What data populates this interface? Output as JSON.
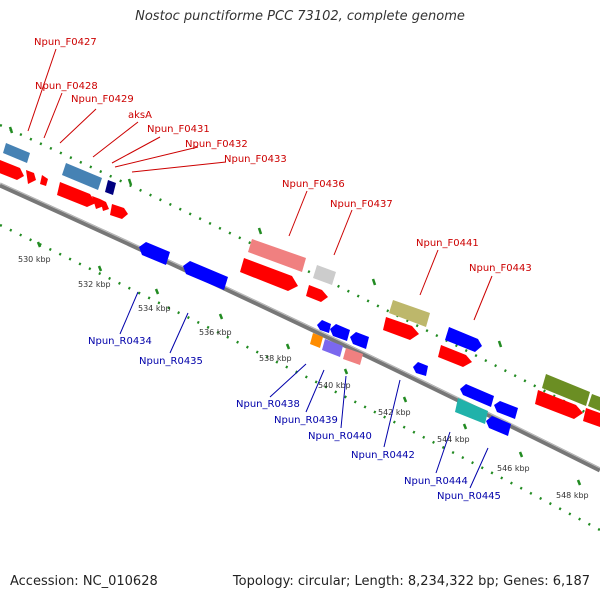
{
  "title": "Nostoc punctiforme PCC 73102, complete genome",
  "accession": "Accession: NC_010628",
  "summary": "Topology: circular; Length: 8,234,322 bp; Genes: 6,187",
  "colors": {
    "forward_cds": "#ff0000",
    "reverse_cds": "#0000ff",
    "backbone": "#888888",
    "tick_dots": "#228b22",
    "forward_label": "#cc0000",
    "reverse_label": "#0000aa"
  },
  "tick_labels": [
    "530 kbp",
    "532 kbp",
    "534 kbp",
    "536 kbp",
    "538 kbp",
    "540 kbp",
    "542 kbp",
    "544 kbp",
    "546 kbp",
    "548 kbp"
  ],
  "forward_genes": [
    "Npun_F0427",
    "Npun_F0428",
    "Npun_F0429",
    "aksA",
    "Npun_F0431",
    "Npun_F0432",
    "Npun_F0433",
    "Npun_F0436",
    "Npun_F0437",
    "Npun_F0441",
    "Npun_F0443"
  ],
  "reverse_genes": [
    "Npun_R0434",
    "Npun_R0435",
    "Npun_R0438",
    "Npun_R0439",
    "Npun_R0440",
    "Npun_R0442",
    "Npun_R0444",
    "Npun_R0445"
  ]
}
